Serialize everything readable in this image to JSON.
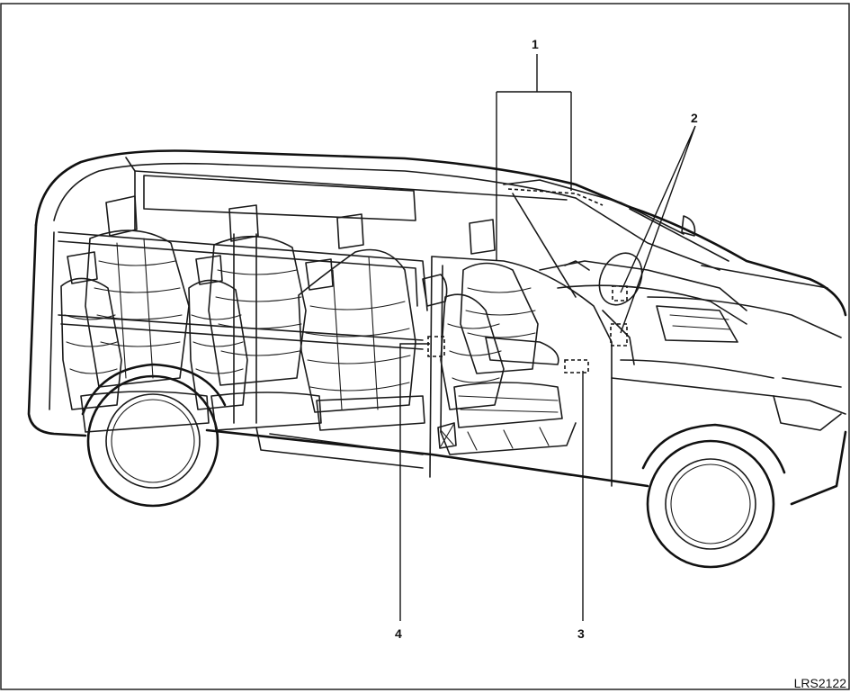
{
  "callouts": [
    {
      "id": "1",
      "label": "1"
    },
    {
      "id": "2",
      "label": "2"
    },
    {
      "id": "3",
      "label": "3"
    },
    {
      "id": "4",
      "label": "4"
    }
  ],
  "figure_code": "LRS2122"
}
